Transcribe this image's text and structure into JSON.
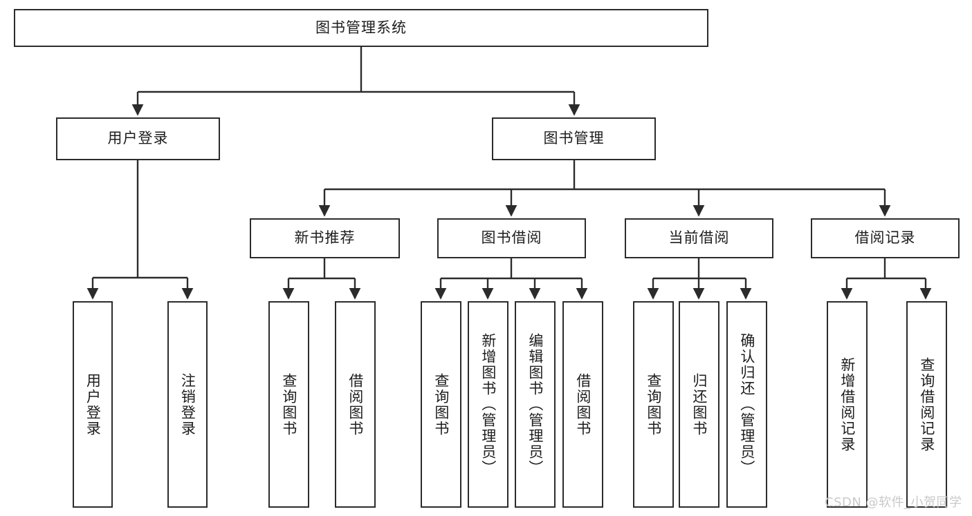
{
  "diagram": {
    "title": "图书管理系统",
    "watermark": "CSDN @软件_小贺同学",
    "colors": {
      "stroke": "#2b2b2b",
      "fill": "#ffffff",
      "text": "#1d1d1d",
      "watermark": "#c9c9c9"
    },
    "root": {
      "label": "图书管理系统"
    },
    "level2": [
      {
        "id": "user-login",
        "label": "用户登录"
      },
      {
        "id": "book-manage",
        "label": "图书管理"
      }
    ],
    "level3": [
      {
        "id": "new-book-rec",
        "label": "新书推荐"
      },
      {
        "id": "book-borrow",
        "label": "图书借阅"
      },
      {
        "id": "current-borrow",
        "label": "当前借阅"
      },
      {
        "id": "borrow-record",
        "label": "借阅记录"
      }
    ],
    "leaves": [
      {
        "id": "leaf-user-login",
        "label": "用户登录",
        "parent": "user-login"
      },
      {
        "id": "leaf-user-logout",
        "label": "注销登录",
        "parent": "user-login"
      },
      {
        "id": "leaf-query-book-1",
        "label": "查询图书",
        "parent": "new-book-rec"
      },
      {
        "id": "leaf-borrow-book-1",
        "label": "借阅图书",
        "parent": "new-book-rec"
      },
      {
        "id": "leaf-query-book-2",
        "label": "查询图书",
        "parent": "book-borrow"
      },
      {
        "id": "leaf-add-book",
        "label": "新增图书（管理员）",
        "parent": "book-borrow"
      },
      {
        "id": "leaf-edit-book",
        "label": "编辑图书（管理员）",
        "parent": "book-borrow"
      },
      {
        "id": "leaf-borrow-book-2",
        "label": "借阅图书",
        "parent": "book-borrow"
      },
      {
        "id": "leaf-query-book-3",
        "label": "查询图书",
        "parent": "current-borrow"
      },
      {
        "id": "leaf-return-book",
        "label": "归还图书",
        "parent": "current-borrow"
      },
      {
        "id": "leaf-confirm-return",
        "label": "确认归还（管理员）",
        "parent": "current-borrow"
      },
      {
        "id": "leaf-add-record",
        "label": "新增借阅记录",
        "parent": "borrow-record"
      },
      {
        "id": "leaf-query-record",
        "label": "查询借阅记录",
        "parent": "borrow-record"
      }
    ]
  }
}
